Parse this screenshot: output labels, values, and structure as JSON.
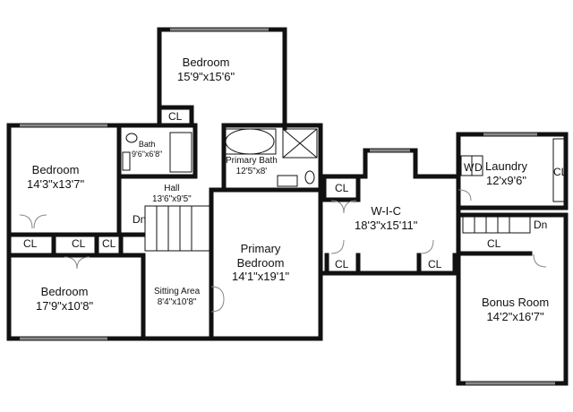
{
  "rooms": {
    "bedroom_top": {
      "name": "Bedroom",
      "dims": "15'9\"x15'6\""
    },
    "bedroom_left": {
      "name": "Bedroom",
      "dims": "14'3\"x13'7\""
    },
    "bath": {
      "name": "Bath",
      "dims": "9'6\"x6'8\""
    },
    "primary_bath": {
      "name": "Primary Bath",
      "dims": "12'5\"x8'"
    },
    "hall": {
      "name": "Hall",
      "dims": "13'6\"x9'5\""
    },
    "wic": {
      "name": "W-I-C",
      "dims": "18'3\"x15'11\""
    },
    "laundry": {
      "name": "Laundry",
      "dims": "12'x9'6\""
    },
    "primary_bedroom": {
      "name_line1": "Primary",
      "name_line2": "Bedroom",
      "dims": "14'1\"x19'1\""
    },
    "bedroom_bottom": {
      "name": "Bedroom",
      "dims": "17'9\"x10'8\""
    },
    "sitting_area": {
      "name": "Sitting Area",
      "dims": "8'4\"x10'8\""
    },
    "bonus_room": {
      "name": "Bonus Room",
      "dims": "14'2\"x16'7\""
    }
  },
  "closet_label": "CL",
  "stairs_label": "Dn",
  "washer_label": "W",
  "dryer_label": "D"
}
